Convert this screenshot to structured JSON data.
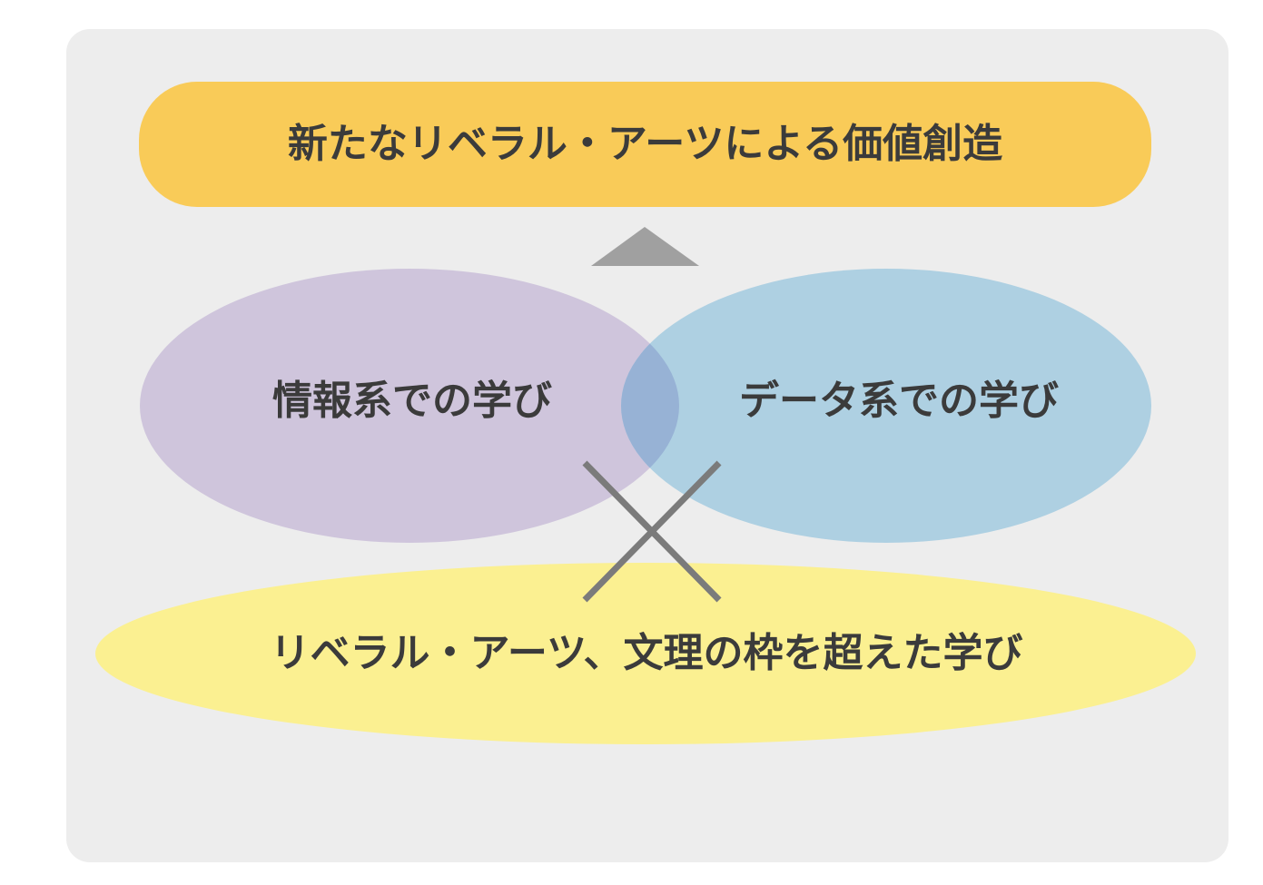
{
  "diagram": {
    "card": {
      "bg_color": "#EDEDED"
    },
    "page_bg": "#FFFFFF",
    "text_color": "#3B3B3B",
    "top_banner": {
      "label": "新たなリベラル・アーツによる価値創造",
      "bg_color": "#F9CB58"
    },
    "up_arrow": {
      "name": "up-arrow",
      "color": "#A0A0A0"
    },
    "venn": {
      "left_ellipse": {
        "label": "情報系での学び",
        "color": "#CFC5DC"
      },
      "right_ellipse": {
        "label": "データ系での学び",
        "color": "#AED0E2"
      },
      "overlap_color": "#97B2D5"
    },
    "cross": {
      "name": "cross",
      "color": "#7B7B7B"
    },
    "bottom_ellipse": {
      "label": "リベラル・アーツ、文理の枠を超えた学び",
      "color": "#FBF091"
    }
  }
}
